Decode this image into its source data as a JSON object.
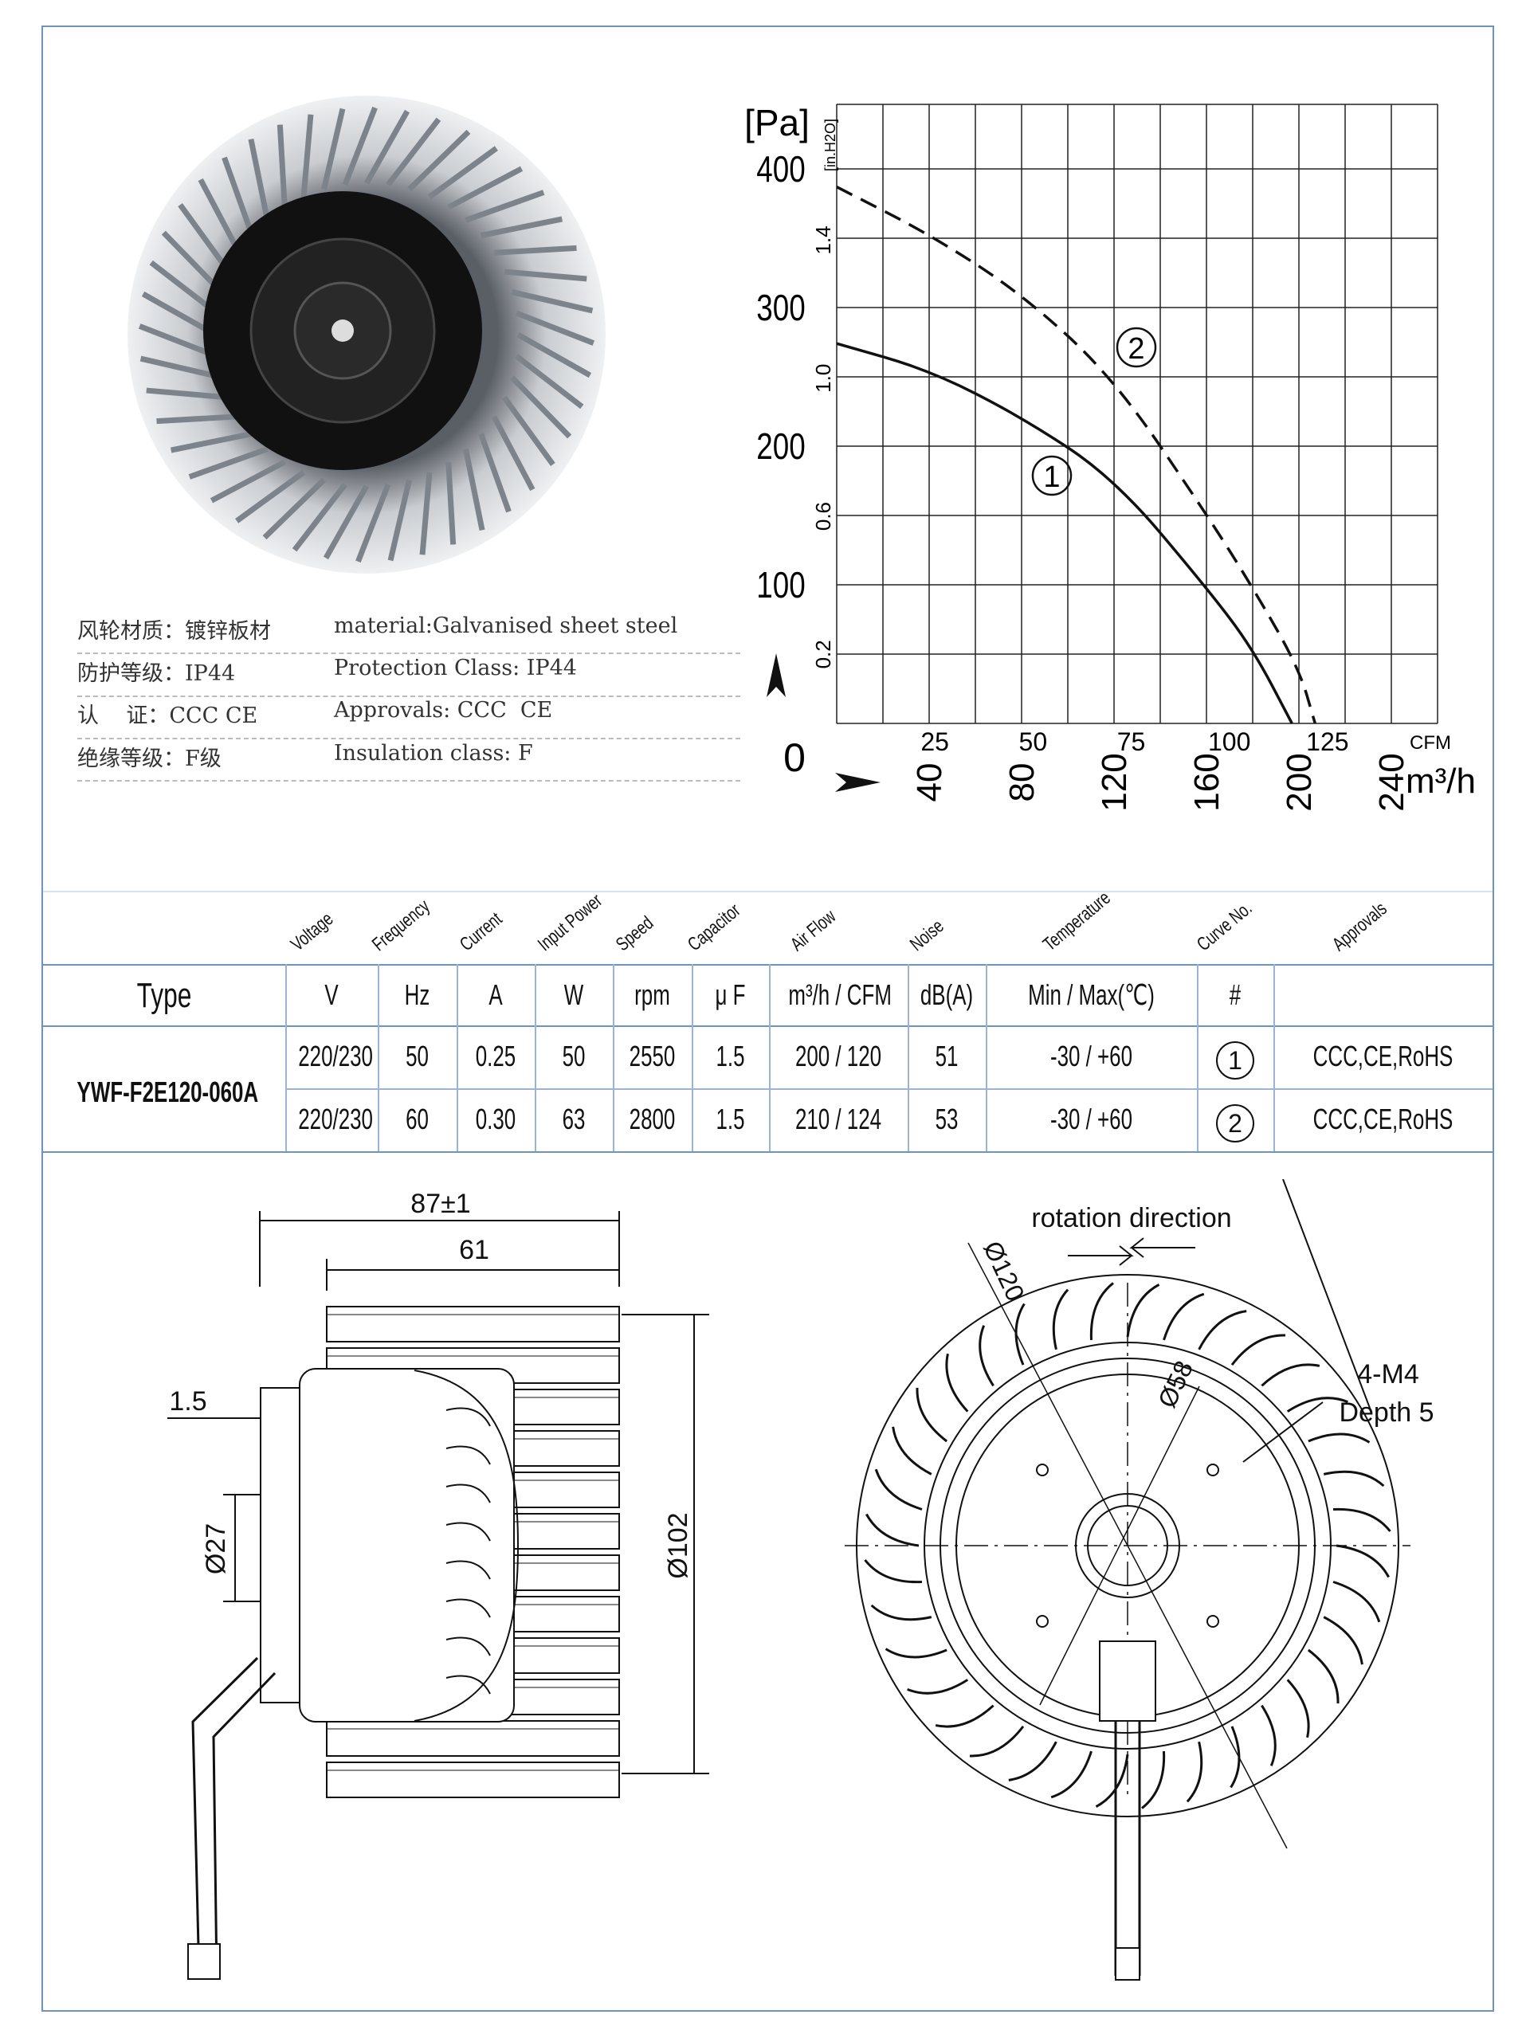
{
  "specs": [
    {
      "cn": "风轮材质：镀锌板材",
      "en": "material:Galvanised sheet steel"
    },
    {
      "cn": "防护等级：IP44",
      "en": "Protection Class: IP44"
    },
    {
      "cn": "认    证：CCC CE",
      "en": "Approvals: CCC  CE"
    },
    {
      "cn": "绝缘等级：F级",
      "en": "Insulation class: F"
    }
  ],
  "chart_data": {
    "type": "line",
    "ylabel": "[Pa]",
    "ylabel2": "[in.H2O]",
    "xlabel": "m³/h",
    "xlabel2": "CFM",
    "ylim": [
      0,
      450
    ],
    "xlim": [
      0,
      260
    ],
    "y_ticks": [
      "0",
      "100",
      "200",
      "300",
      "400"
    ],
    "y2_ticks": [
      "0.2",
      "0.6",
      "1.0",
      "1.4"
    ],
    "x_ticks": [
      "40",
      "80",
      "120",
      "160",
      "200",
      "240"
    ],
    "x2_ticks": [
      "25",
      "50",
      "75",
      "100",
      "125"
    ],
    "grid": true,
    "series": [
      {
        "name": "①",
        "style": "solid",
        "x": [
          0,
          40,
          80,
          120,
          160,
          180,
          197
        ],
        "y": [
          274,
          255,
          221,
          177,
          98,
          54,
          0
        ]
      },
      {
        "name": "②",
        "style": "dashed",
        "x": [
          0,
          40,
          80,
          120,
          160,
          180,
          200,
          207
        ],
        "y": [
          387,
          353,
          310,
          249,
          151,
          98,
          40,
          0
        ]
      }
    ]
  },
  "table": {
    "headers_rotated": [
      "Voltage",
      "Frequency",
      "Current",
      "Input Power",
      "Speed",
      "Capacitor",
      "Air Flow",
      "Noise",
      "Temperature",
      "Curve No.",
      "Approvals"
    ],
    "type_label": "Type",
    "units": [
      "V",
      "Hz",
      "A",
      "W",
      "rpm",
      "μ F",
      "m³/h / CFM",
      "dB(A)",
      "Min / Max(℃)",
      "#",
      ""
    ],
    "model": "YWF-F2E120-060A",
    "rows": [
      [
        "220/230",
        "50",
        "0.25",
        "50",
        "2550",
        "1.5",
        "200 / 120",
        "51",
        "-30 / +60",
        "①",
        "CCC,CE,RoHS"
      ],
      [
        "220/230",
        "60",
        "0.30",
        "63",
        "2800",
        "1.5",
        "210 / 124",
        "53",
        "-30 / +60",
        "②",
        "CCC,CE,RoHS"
      ]
    ]
  },
  "drawing": {
    "dim_overall": "87±1",
    "dim_blade": "61",
    "dim_offset": "1.5",
    "dim_hub": "Ø27",
    "dim_diameter": "Ø102",
    "rotation_label": "rotation direction",
    "dim_outer": "Ø120",
    "dim_bolt_circle": "Ø58",
    "thread": "4-M4",
    "depth": "Depth 5"
  }
}
